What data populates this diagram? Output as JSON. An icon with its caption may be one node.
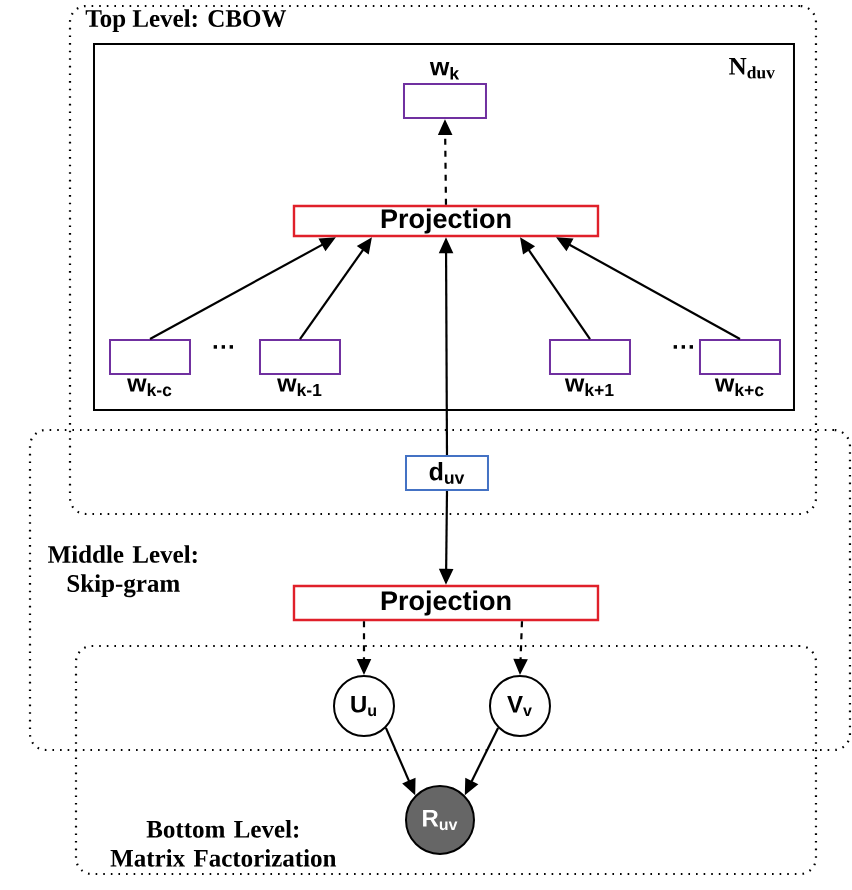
{
  "diagram": {
    "nodes": [
      {
        "text": [
          "Top Level: CBOW"
        ]
      },
      {
        "text": [
          "N$_{duv}$"
        ],
        "in": 0
      },
      {
        "text": [
          "w$_{k}$"
        ],
        "in": 1
      },
      {
        "text": [
          "Projection"
        ],
        "in": 1
      },
      {
        "text": [
          "w$_{k-c}$"
        ],
        "in": 1
      },
      {
        "text": [
          "w$_{k-1}$"
        ],
        "in": 1
      },
      {
        "text": [
          "w$_{k+1}$"
        ],
        "in": 1
      },
      {
        "text": [
          "w$_{k+c}$"
        ],
        "in": 1
      },
      {
        "text": [
          "d$_{uv}$"
        ]
      },
      {
        "text": [
          "Middle Level: Skip-gram"
        ]
      },
      {
        "text": [
          "Projection"
        ],
        "in": 9
      },
      {
        "text": [
          "Bottom Level: Matrix Factorization"
        ]
      },
      {
        "text": [
          "U$_{u}$"
        ]
      },
      {
        "text": [
          "V$_{v}$"
        ]
      },
      {
        "text": [
          "R$_{uv}$"
        ],
        "in": 11
      }
    ],
    "edges": [
      {
        "from": 4,
        "to": 3,
        "arrow": "to"
      },
      {
        "from": 5,
        "to": 3,
        "arrow": "to"
      },
      {
        "from": 6,
        "to": 3,
        "arrow": "to"
      },
      {
        "from": 7,
        "to": 3,
        "arrow": "to"
      },
      {
        "from": 3,
        "to": 2,
        "arrow": "to",
        "style": "dashed"
      },
      {
        "from": 8,
        "to": 3,
        "arrow": "to"
      },
      {
        "from": 8,
        "to": 10,
        "arrow": "to"
      },
      {
        "from": 10,
        "to": 12,
        "arrow": "to",
        "style": "dashed"
      },
      {
        "from": 10,
        "to": 13,
        "arrow": "to",
        "style": "dashed"
      },
      {
        "from": 12,
        "to": 14,
        "arrow": "to"
      },
      {
        "from": 13,
        "to": 14,
        "arrow": "to"
      }
    ],
    "labels": [
      "···",
      "···"
    ]
  }
}
